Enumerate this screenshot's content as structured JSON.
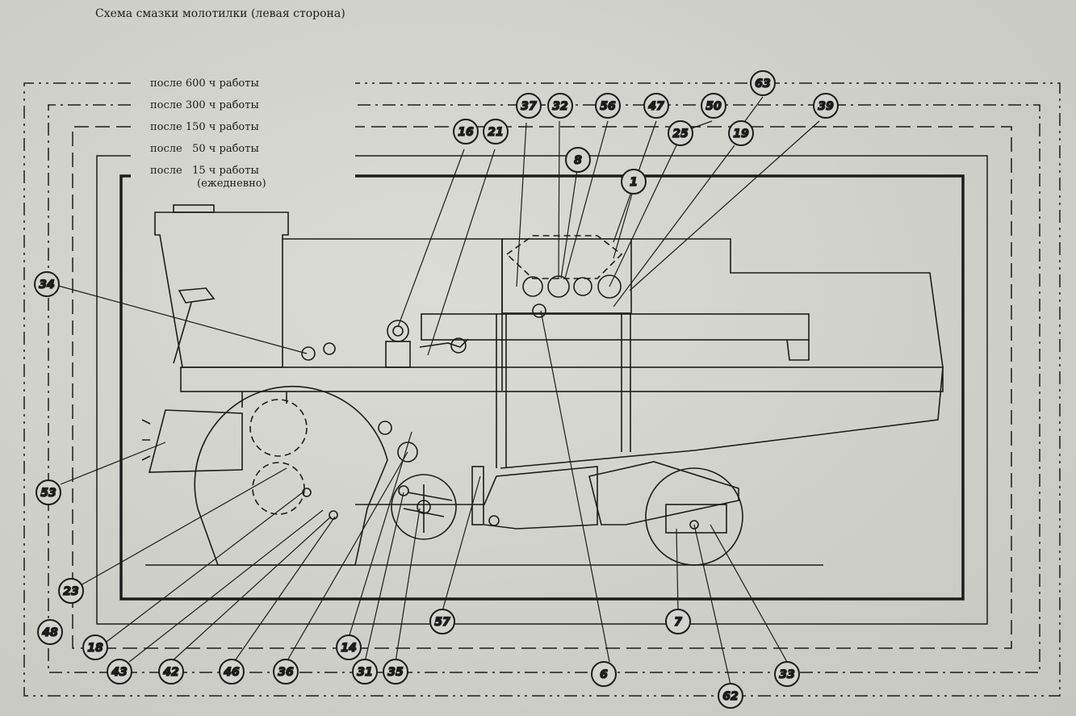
{
  "title": "Схема смазки молотилки (левая сторона)",
  "legend": [
    {
      "label": "после 600 ч работы",
      "style": "dash-dot-dot"
    },
    {
      "label": "после 300 ч работы",
      "style": "dash-dot"
    },
    {
      "label": "после 150 ч работы",
      "style": "long-dash"
    },
    {
      "label": "после   50 ч работы",
      "style": "thin-solid"
    },
    {
      "label": "после   15 ч работы",
      "style": "thick-solid"
    },
    {
      "label": "(ежедневно)",
      "style": ""
    }
  ],
  "callouts": [
    "34",
    "53",
    "23",
    "48",
    "18",
    "43",
    "42",
    "46",
    "36",
    "14",
    "31",
    "35",
    "57",
    "6",
    "7",
    "62",
    "33",
    "16",
    "21",
    "37",
    "32",
    "56",
    "47",
    "50",
    "63",
    "39",
    "8",
    "1",
    "25",
    "19"
  ],
  "colors": {
    "paper": "#d4d4cf",
    "ink": "#1c1c1c"
  }
}
